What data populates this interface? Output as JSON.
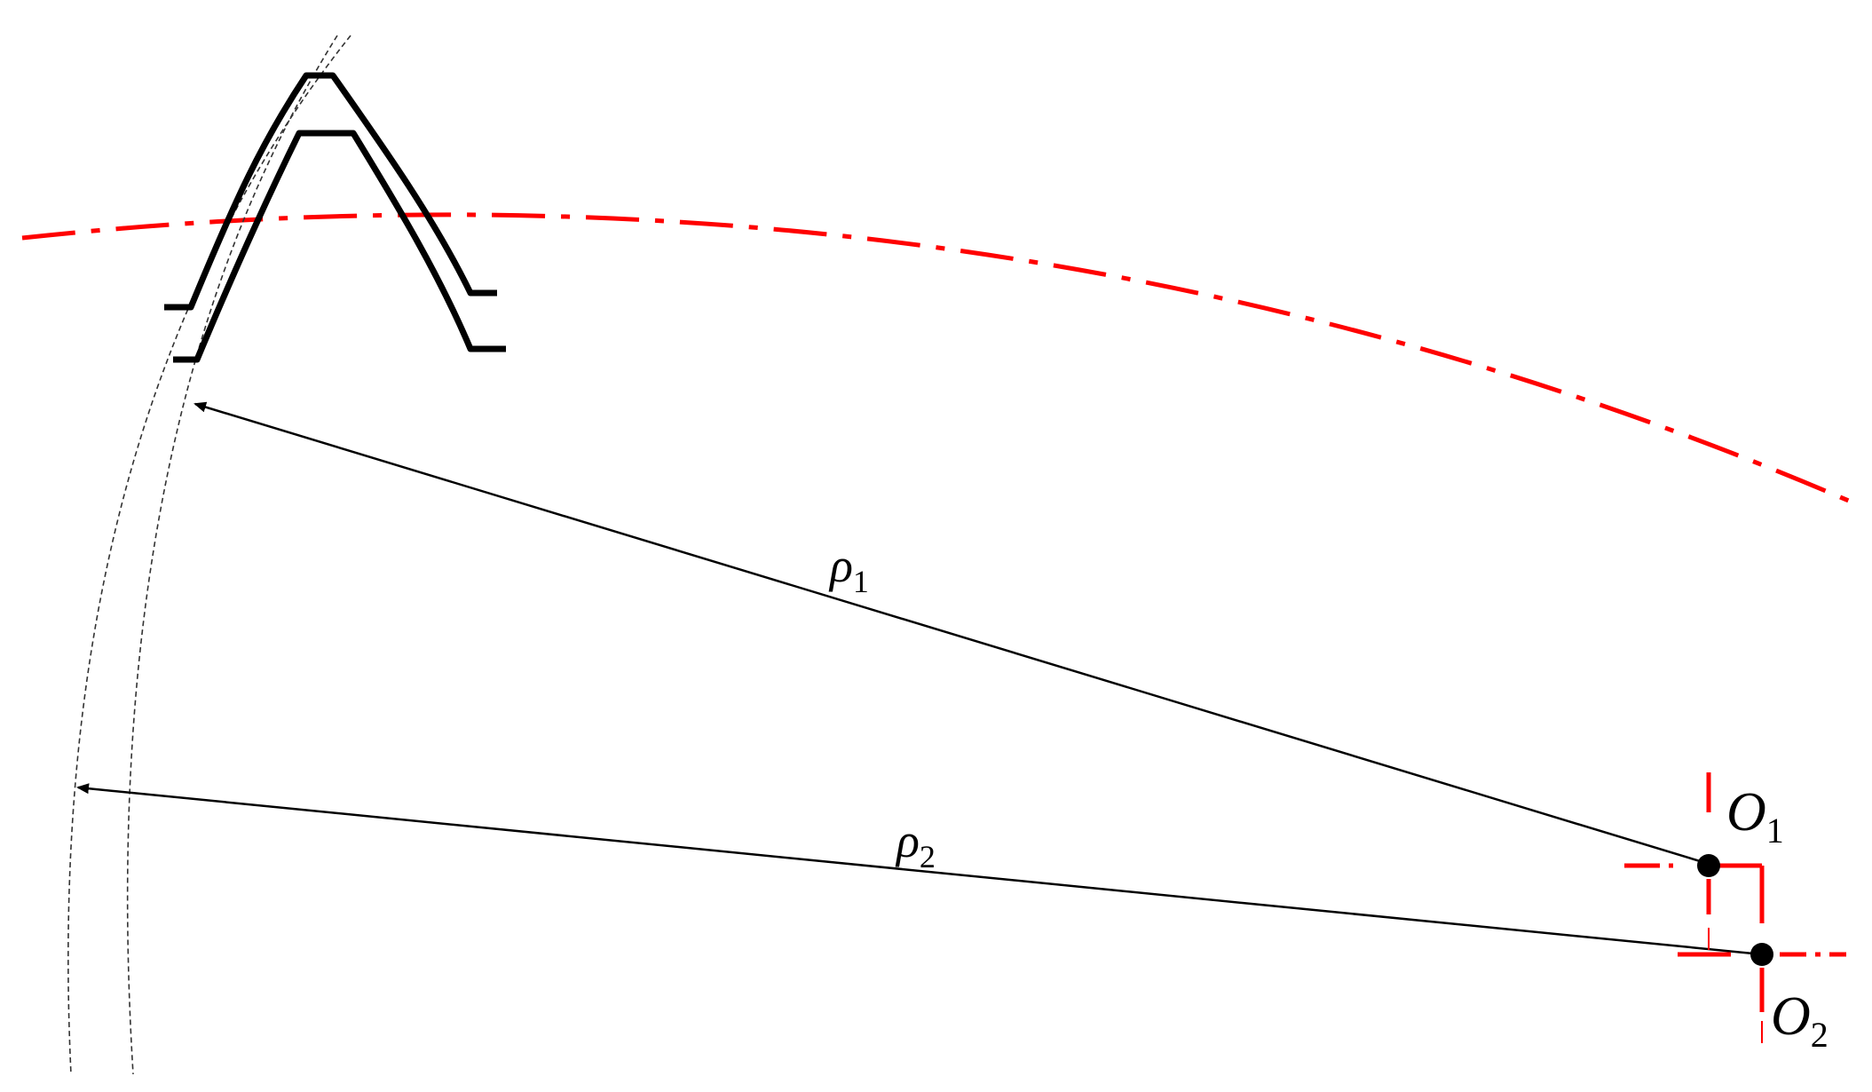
{
  "labels": {
    "rho1": {
      "symbol": "ρ",
      "sub": "1"
    },
    "rho2": {
      "symbol": "ρ",
      "sub": "2"
    },
    "o1": {
      "symbol": "O",
      "sub": "1"
    },
    "o2": {
      "symbol": "O",
      "sub": "2"
    }
  },
  "colors": {
    "ink": "#000000",
    "centerline": "#ff0000",
    "background": "#ffffff"
  }
}
